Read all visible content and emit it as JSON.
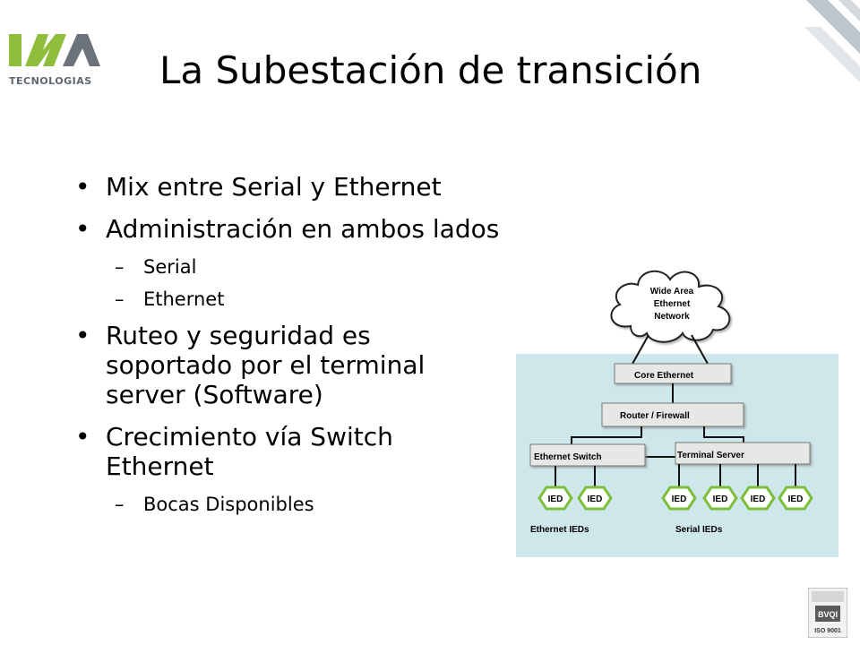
{
  "logo": {
    "text": "TECNOLOGIAS"
  },
  "title": "La Subestación de transición",
  "bullets": [
    {
      "text": "Mix entre Serial y Ethernet"
    },
    {
      "text": "Administración en ambos lados",
      "sub": [
        "Serial",
        "Ethernet"
      ]
    },
    {
      "text": "Ruteo y seguridad es soportado por el terminal server (Software)"
    },
    {
      "text": "Crecimiento vía Switch Ethernet",
      "sub": [
        "Bocas Disponibles"
      ]
    }
  ],
  "bullet_glyph": "•",
  "dash_glyph": "–",
  "diagram": {
    "cloud_lines": [
      "Wide Area",
      "Ethernet",
      "Network"
    ],
    "core": "Core Ethernet",
    "router": "Router / Firewall",
    "switch": "Ethernet Switch",
    "terminal": "Terminal Server",
    "ied": "IED",
    "eth_ieds": "Ethernet IEDs",
    "serial_ieds": "Serial IEDs"
  },
  "iso": {
    "text": "ISO 9001"
  },
  "colors": {
    "diagram_bg": "#cde7ea",
    "box": "#e6e8e6",
    "ied_green": "#7bbf3a",
    "logo_green": "#8fbd3c",
    "logo_gray": "#6b727a"
  }
}
